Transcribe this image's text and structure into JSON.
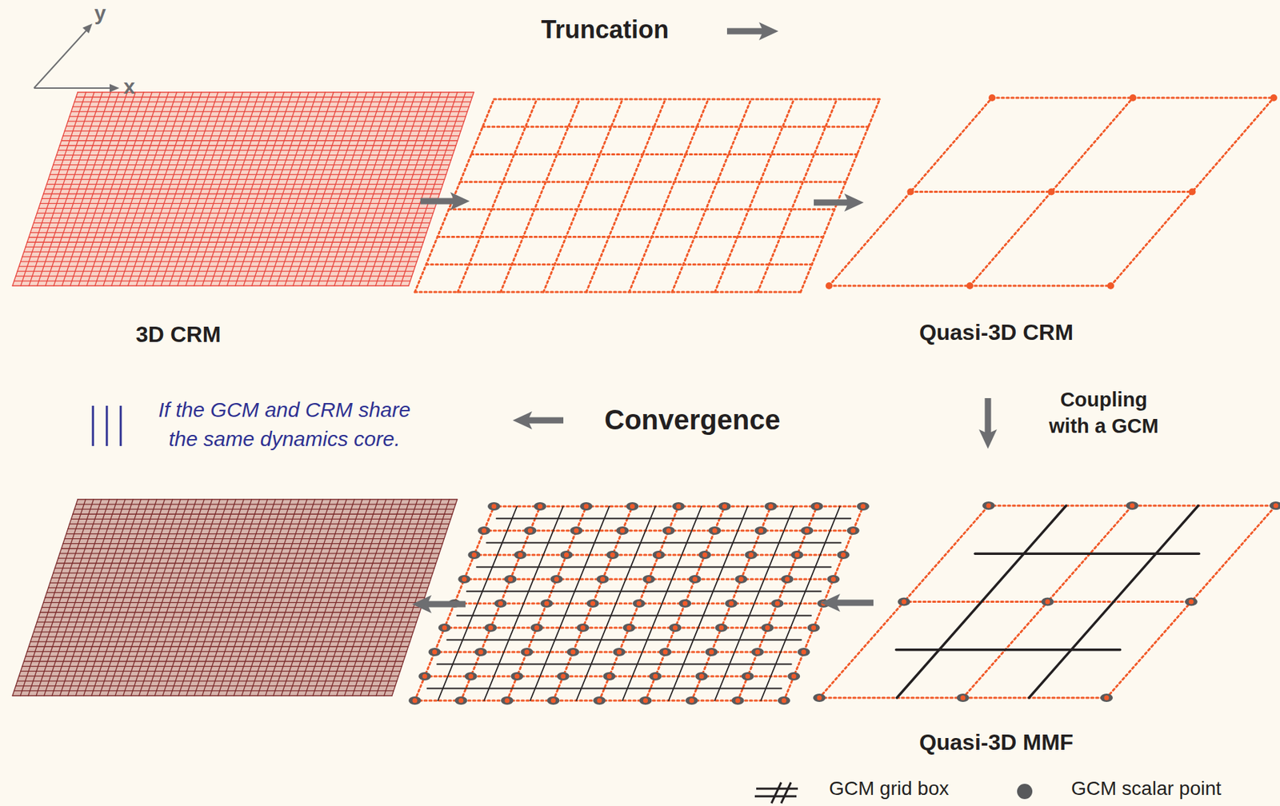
{
  "diagram": {
    "labels": [
      "y",
      "x",
      "Truncation",
      "3D CRM",
      "Quasi-3D CRM",
      "Coupling with a GCM",
      "Convergence",
      "If the GCM and CRM share the same dynamics core.",
      "Quasi-3D MMF"
    ],
    "legend": [
      {
        "text": "GCM grid box"
      },
      {
        "text": "GCM scalar point",
        "color": "#58595b"
      }
    ]
  }
}
